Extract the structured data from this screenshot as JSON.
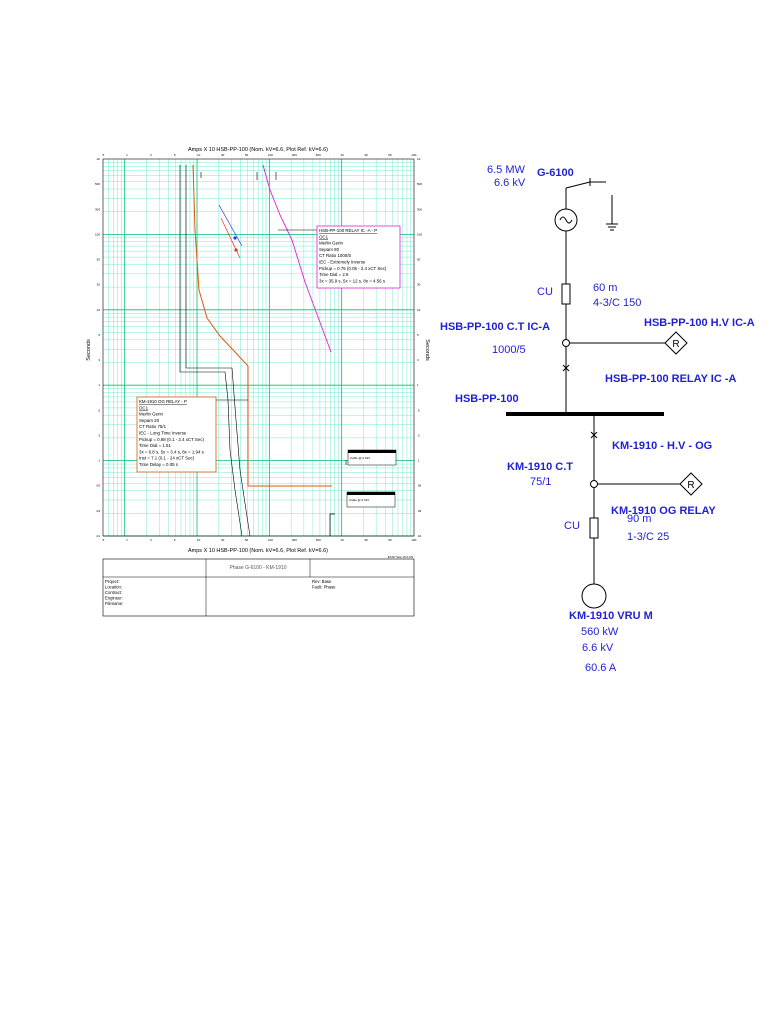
{
  "tcc": {
    "top_axis_title": "Amps  X  10   HSB-PP-100 (Nom. kV=6.6, Plot Ref. kV=6.6)",
    "bottom_axis_title": "Amps  X  10   HSB-PP-100 (Nom. kV=6.6, Plot Ref. kV=6.6)",
    "y_label": "Seconds",
    "x_ticks": [
      ".5",
      "1",
      "3",
      "5",
      "10",
      "30",
      "50",
      "100",
      "300",
      "500",
      "1K",
      "3K",
      "5K",
      "10K"
    ],
    "y_ticks": [
      "1K",
      "500",
      "300",
      "100",
      "50",
      "30",
      "10",
      "5",
      "3",
      "1",
      ".5",
      ".3",
      ".1",
      ".05",
      ".03",
      ".01"
    ],
    "footer_note": "ETAP Star 16.0.0N",
    "relay_ic": {
      "lines": [
        "HSB-PP-100 RELAY IC -A - P",
        "OC1",
        "Merlin Gerin",
        "Sepam 80",
        "CT Ratio 1000/5",
        "IEC - Extremely Inverse",
        "Pickup = 0.75 (0.05 - 2.4  xCT Sec)",
        "Time Dial = 2.9",
        "3x = 35.9 s, 5x = 12 s, 8x = 4.56 s"
      ],
      "color": "#e020d0"
    },
    "og_relay": {
      "lines": [
        "KM-1910  OG RELAY - P",
        "OC1",
        "Merlin Gerin",
        "Sepam 20",
        "CT Ratio 75/1",
        "IEC - Long Time Inverse",
        "Pickup = 0.88 (0.1 - 2.4  xCT Sec)",
        "Time Dial = 1.51",
        "3x = 6.8 s, 5x = 3.4 s, 8x = 1.94 s",
        "Inst = 7.1 (0.1 - 24  xCT Sec)",
        "Time Delay = 0.05 s"
      ],
      "color": "#e05a10"
    },
    "small_box_1": [
      "Cable @ 6.6kV"
    ],
    "small_box_2": [
      "Cable @ 6.6kV"
    ],
    "footer": {
      "title": "Phase G-6100 - KM-1910",
      "left_lines": [
        "Project:",
        "Location:",
        "Contract:",
        "Engineer:",
        "Filename:"
      ],
      "right_lines": [
        "Rev:  Base",
        "Fault:  Phase"
      ]
    }
  },
  "sld": {
    "gen_rating": "6.5 MW",
    "gen_kv": "6.6 kV",
    "gen_id": "G-6100",
    "cable1_type": "CU",
    "cable1_len": "60 m",
    "cable1_size": "4-3/C 150",
    "ct1_id": "HSB-PP-100  C.T IC-A",
    "ct1_ratio": "1000/5",
    "relay1_id": "HSB-PP-100  H.V IC-A",
    "relay_symbol": "R",
    "relay1_label": "HSB-PP-100 RELAY IC -A",
    "bus_id": "HSB-PP-100",
    "breaker2_id": "KM-1910 - H.V - OG",
    "ct2_id": "KM-1910 C.T",
    "ct2_ratio": "75/1",
    "relay2_label": "KM-1910  OG RELAY",
    "cable2_type": "CU",
    "cable2_len": "90 m",
    "cable2_size": "1-3/C 25",
    "motor_id": "KM-1910 VRU M",
    "motor_kw": "560 kW",
    "motor_kv": "6.6 kV",
    "motor_a": "60.6 A",
    "line_color": "#000000",
    "label_color": "#1f1fd6"
  }
}
